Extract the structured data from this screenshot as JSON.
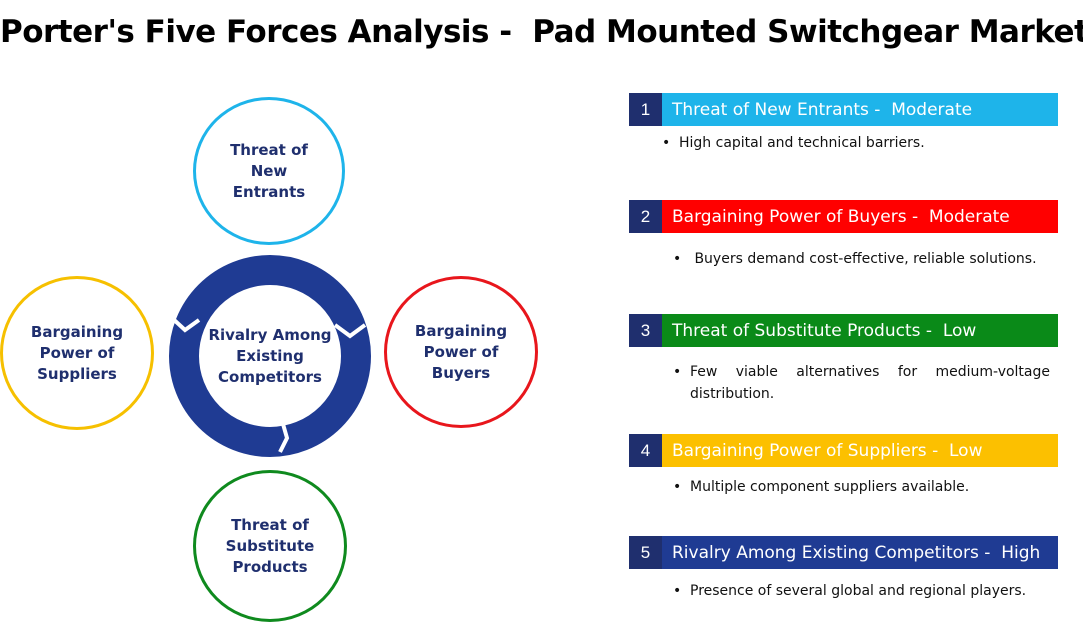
{
  "title": "Porter's Five Forces Analysis -  Pad Mounted Switchgear Market",
  "diagram": {
    "center": {
      "label": "Rivalry Among\nExisting\nCompetitors",
      "color": "#1f3b93"
    },
    "forces": [
      {
        "label": "Threat of\nNew\nEntrants",
        "color": "#1eb4ea"
      },
      {
        "label": "Bargaining\nPower of\nBuyers",
        "color": "#e8161c"
      },
      {
        "label": "Threat of\nSubstitute\nProducts",
        "color": "#0f8a1e"
      },
      {
        "label": "Bargaining\nPower of\nSuppliers",
        "color": "#f6c000"
      }
    ]
  },
  "list": [
    {
      "number": "1",
      "title": "Threat of New Entrants -  Moderate",
      "bar_color": "#1eb4ea",
      "bullet": "High capital and technical barriers."
    },
    {
      "number": "2",
      "title": "Bargaining Power of Buyers -  Moderate",
      "bar_color": "#ff0000",
      "bullet": " Buyers demand cost-effective, reliable solutions."
    },
    {
      "number": "3",
      "title": "Threat of Substitute Products -  Low",
      "bar_color": "#0a8a18",
      "bullet": "Few viable alternatives for medium-voltage distribution."
    },
    {
      "number": "4",
      "title": "Bargaining Power of Suppliers -  Low",
      "bar_color": "#fcc000",
      "bullet": "Multiple component suppliers available."
    },
    {
      "number": "5",
      "title": "Rivalry Among Existing Competitors -  High",
      "bar_color": "#1f3b93",
      "bullet": "Presence of several global and regional players."
    }
  ],
  "bullet_symbol": "•"
}
